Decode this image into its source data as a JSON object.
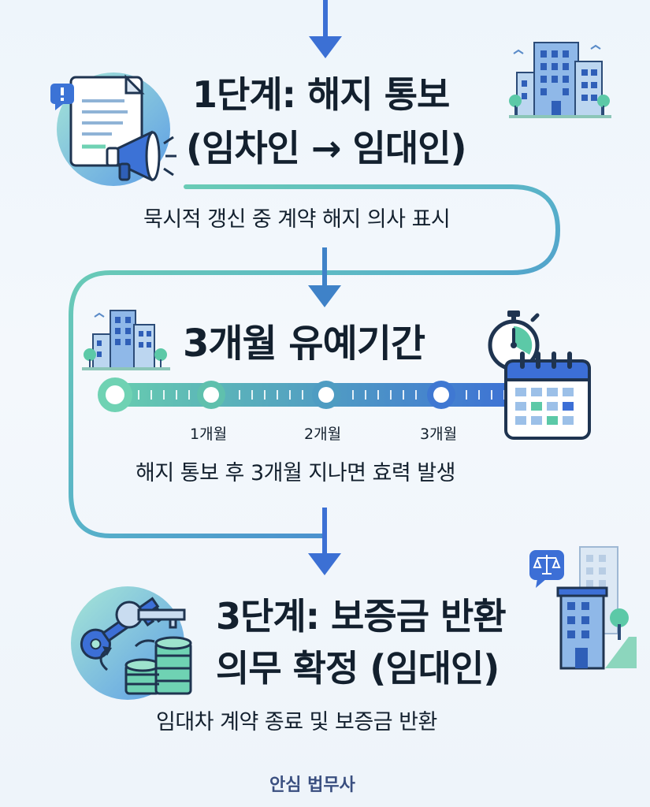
{
  "step1": {
    "title_line1": "1단계: 해지 통보",
    "title_line2": "(임차인 → 임대인)",
    "description": "묵시적 갱신 중 계약 해지 의사 표시"
  },
  "step2": {
    "title": "3개월 유예기간",
    "timeline": {
      "marker_count": 4,
      "labels": [
        "1개월",
        "2개월",
        "3개월"
      ]
    },
    "description": "해지 통보 후 3개월 지나면 효력 발생"
  },
  "step3": {
    "title_line1": "3단계: 보증금 반환",
    "title_line2": "의무 확정 (임대인)",
    "description": "임대차 계약 종료 및 보증금 반환"
  },
  "footer": {
    "brand": "안심 법무사"
  },
  "colors": {
    "teal": "#5cc9a7",
    "blue": "#3c6fd6",
    "navy": "#13202e",
    "icon_circle_start": "#9ee3d3",
    "icon_circle_end": "#5f9fe6"
  },
  "icons": [
    "document-megaphone-icon",
    "building-icon",
    "stopwatch-icon",
    "calendar-icon",
    "key-coins-icon",
    "scale-icon"
  ]
}
